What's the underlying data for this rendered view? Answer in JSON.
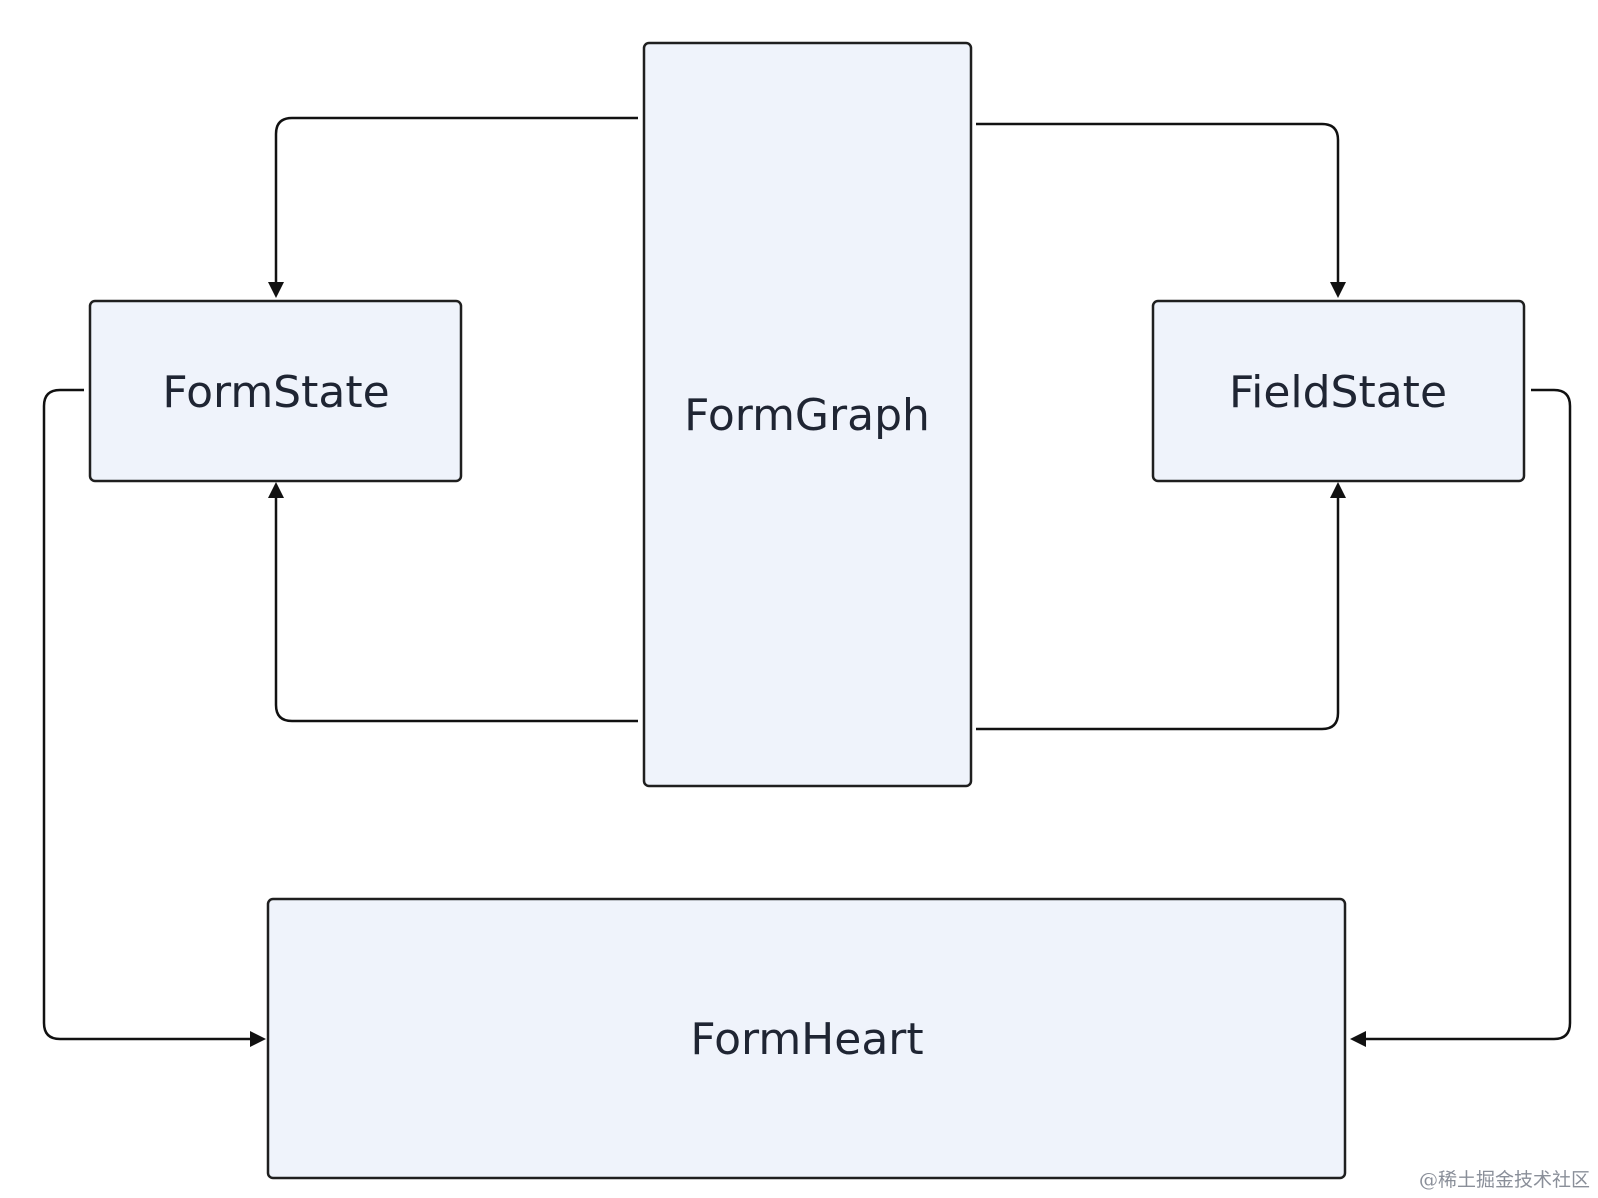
{
  "nodes": {
    "form_state": {
      "label": "FormState"
    },
    "form_graph": {
      "label": "FormGraph"
    },
    "field_state": {
      "label": "FieldState"
    },
    "form_heart": {
      "label": "FormHeart"
    }
  },
  "edges": [
    {
      "from": "FormGraph",
      "to": "FormState"
    },
    {
      "from": "FormGraph",
      "to": "FormState"
    },
    {
      "from": "FormGraph",
      "to": "FieldState"
    },
    {
      "from": "FormGraph",
      "to": "FieldState"
    },
    {
      "from": "FormState",
      "to": "FormHeart"
    },
    {
      "from": "FieldState",
      "to": "FormHeart"
    }
  ],
  "colors": {
    "node_fill": "#eff3fb",
    "node_stroke": "#1f1f1f",
    "edge": "#111111",
    "label": "#1f2533"
  },
  "watermark": "@稀土掘金技术社区"
}
